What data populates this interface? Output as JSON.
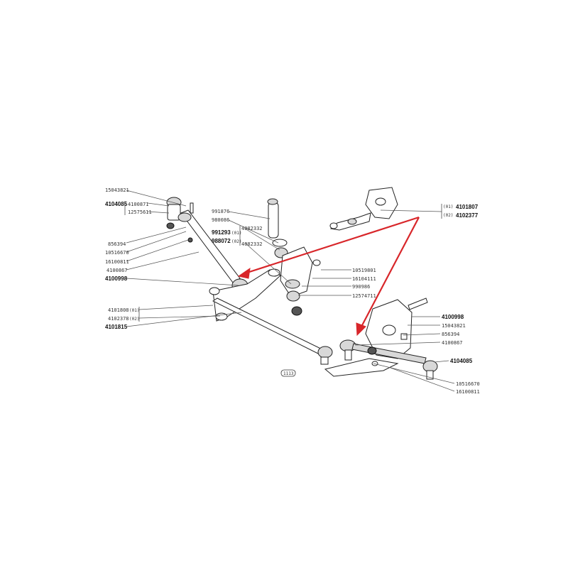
{
  "colors": {
    "arrow": "#d8262a",
    "line": "#555555",
    "part": "#222222"
  },
  "labels": {
    "l_15043821": "15043821",
    "l_4100871": "4100871",
    "l_4104085": "4104085",
    "l_12575611": "12575611",
    "l_856394": "856394",
    "l_10516670": "10516670",
    "l_16100811": "16100811",
    "l_4100867": "4100867",
    "l_4100998": "4100998",
    "l_4101808": "4101808",
    "l_4102378": "4102378",
    "l_4101815": "4101815",
    "opt01": "(01)",
    "opt02": "(02)",
    "l_991876": "991876",
    "l_980086": "980086",
    "l_991293": "991293",
    "l_988072": "988072",
    "l_4082332a": "4082332",
    "l_4082332b": "4082332",
    "l_10519801": "10519801",
    "l_16104111": "16104111",
    "l_990986": "990986",
    "l_12574711": "12574711",
    "l_4101807": "4101807",
    "l_4102377": "4102377",
    "r_4100998": "4100998",
    "r_15043821": "15043821",
    "r_856394": "856394",
    "r_4100867": "4100867",
    "r_4104085": "4104085",
    "r_10516670": "10516670",
    "r_16100811": "16100811",
    "page_ref": "1113"
  }
}
